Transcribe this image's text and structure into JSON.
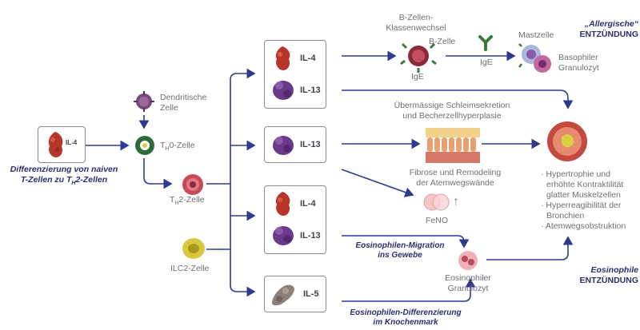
{
  "start": {
    "il4_label": "IL-4",
    "caption_line1": "Differenzierung von naiven",
    "caption_line2_pre": "T-Zellen zu T",
    "caption_line2_sub": "H",
    "caption_line2_post": "2-Zellen"
  },
  "cells": {
    "dendritic_line1": "Dendritische",
    "dendritic_line2": "Zelle",
    "th0_pre": "T",
    "th0_sub": "H",
    "th0_post": "0-Zelle",
    "th2_pre": "T",
    "th2_sub": "H",
    "th2_post": "2-Zelle",
    "ilc2": "ILC2-Zelle"
  },
  "boxes": {
    "box1_a": "IL-4",
    "box1_b": "IL-13",
    "box2_a": "IL-13",
    "box3_a": "IL-4",
    "box3_b": "IL-13",
    "box4_a": "IL-5"
  },
  "allergic": {
    "class_switch_line1": "B-Zellen-",
    "class_switch_line2": "Klassenwechsel",
    "b_cell": "B-Zelle",
    "ige_1": "IgE",
    "ige_2": "IgE",
    "mast_cell": "Mastzelle",
    "basophil_line1": "Basophiler",
    "basophil_line2": "Granulozyt",
    "title_line1": "„Allergische“",
    "title_line2": "ENTZÜNDUNG"
  },
  "mucus": {
    "line1": "Übermässige Schleimsekretion",
    "line2": "und Becherzellhyperplasie",
    "fibrosis_line1": "Fibrose und Remodeling",
    "fibrosis_line2": "der Atemwegswände",
    "feno": "FeNO",
    "feno_arrow": "↑"
  },
  "outcomes": [
    "Hypertrophie und",
    "erhöhte Kontraktilität",
    "glatter Muskelzellen",
    "Hyperreagibilität der",
    "Bronchien",
    "Atemwegsobstruktion"
  ],
  "eos": {
    "migration_line1": "Eosinophilen-Migration",
    "migration_line2": "ins Gewebe",
    "cell_line1": "Eosinophiler",
    "cell_line2": "Granulozyt",
    "title_line1": "Eosinophile",
    "title_line2": "ENTZÜNDUNG",
    "diff_line1": "Eosinophilen-Differenzierung",
    "diff_line2": "im Knochenmark"
  },
  "colors": {
    "arrow": "#2f3a8f",
    "il4_red": "#b8352a",
    "il13_purple": "#6a3a8a",
    "il5_grey": "#8a8078",
    "navy_text": "#2a2f6b"
  }
}
